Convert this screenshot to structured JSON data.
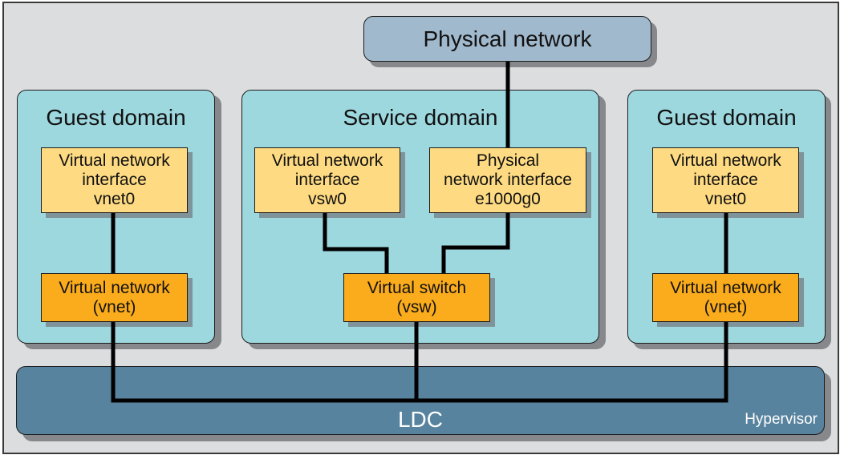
{
  "diagram": {
    "physical_network": {
      "label": "Physical network"
    },
    "guest_domain_left": {
      "title": "Guest domain",
      "interface": {
        "lines": [
          "Virtual network",
          "interface",
          "vnet0"
        ]
      },
      "driver": {
        "lines": [
          "Virtual network",
          "(vnet)"
        ]
      }
    },
    "service_domain": {
      "title": "Service domain",
      "virtual_interface": {
        "lines": [
          "Virtual network",
          "interface",
          "vsw0"
        ]
      },
      "physical_interface": {
        "lines": [
          "Physical",
          "network interface",
          "e1000g0"
        ]
      },
      "switch": {
        "lines": [
          "Virtual switch",
          "(vsw)"
        ]
      }
    },
    "guest_domain_right": {
      "title": "Guest domain",
      "interface": {
        "lines": [
          "Virtual network",
          "interface",
          "vnet0"
        ]
      },
      "driver": {
        "lines": [
          "Virtual network",
          "(vnet)"
        ]
      }
    },
    "hypervisor": {
      "channel_label": "LDC",
      "label": "Hypervisor"
    },
    "colors": {
      "background": "#dcdddf",
      "domain": "#9ed8df",
      "interface_box": "#fedb82",
      "driver_box": "#fbac1c",
      "physical_network": "#a1b9cd",
      "hypervisor": "#57839e",
      "connector": "#000000"
    },
    "connections": [
      [
        "physical_network",
        "service_domain.physical_interface"
      ],
      [
        "service_domain.physical_interface",
        "service_domain.switch"
      ],
      [
        "service_domain.virtual_interface",
        "service_domain.switch"
      ],
      [
        "guest_domain_left.interface",
        "guest_domain_left.driver"
      ],
      [
        "guest_domain_right.interface",
        "guest_domain_right.driver"
      ],
      [
        "guest_domain_left.driver",
        "hypervisor.LDC"
      ],
      [
        "service_domain.switch",
        "hypervisor.LDC"
      ],
      [
        "guest_domain_right.driver",
        "hypervisor.LDC"
      ]
    ]
  }
}
